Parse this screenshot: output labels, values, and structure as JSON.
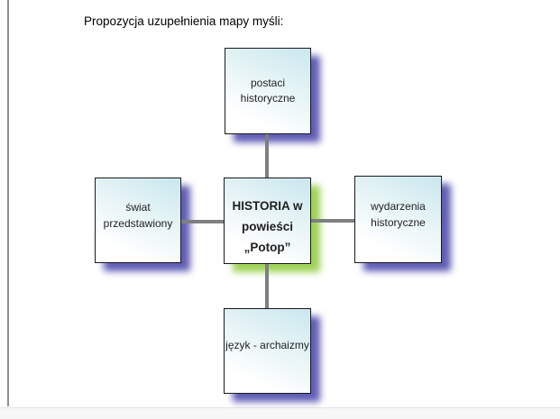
{
  "page": {
    "title": "Propozycja uzupełnienia mapy myśli:"
  },
  "diagram": {
    "center": {
      "lines": [
        "HISTORIA w",
        "powieści",
        "„Potop”"
      ]
    },
    "top": {
      "lines": [
        "postaci",
        "historyczne"
      ]
    },
    "left": {
      "lines": [
        "świat",
        "przedstawiony"
      ]
    },
    "right": {
      "lines": [
        "wydarzenia",
        "historyczne"
      ]
    },
    "bottom": {
      "lines": [
        "język - archaizmy"
      ]
    }
  },
  "colors": {
    "outer_shadow": "#5f5cb4",
    "center_shadow": "#9ed155",
    "connector": "#7f7f7f",
    "node_fill_top": "#c9e7ee",
    "node_fill_bottom": "#ffffff",
    "node_border": "#1a1a1a",
    "text": "#1f1f1f",
    "page_edge_line": "#8f8f8f",
    "bottom_margin_bg": "#f7f7f7"
  }
}
